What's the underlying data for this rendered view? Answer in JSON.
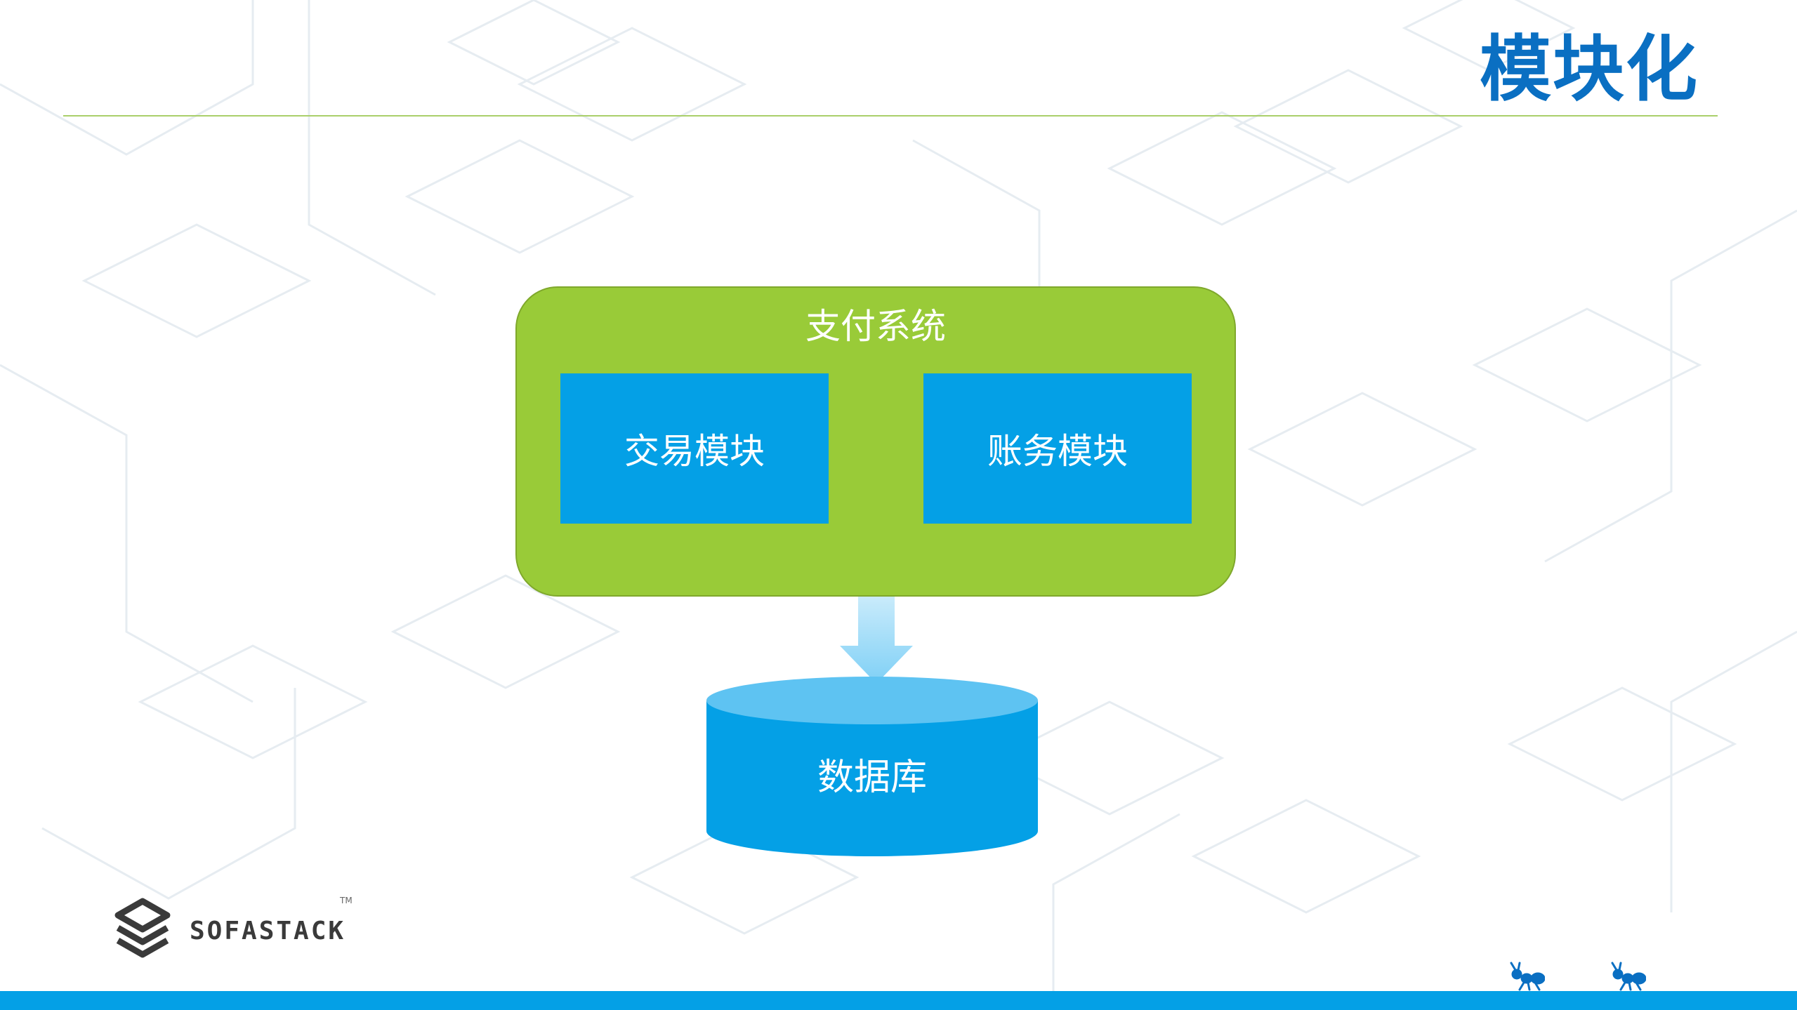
{
  "slide": {
    "title": "模块化"
  },
  "diagram": {
    "system": {
      "label": "支付系统",
      "modules": [
        {
          "label": "交易模块"
        },
        {
          "label": "账务模块"
        }
      ]
    },
    "database": {
      "label": "数据库"
    },
    "edges": [
      {
        "from": "支付系统",
        "to": "数据库",
        "style": "arrow-down"
      }
    ]
  },
  "branding": {
    "logo_text": "SOFASTACK",
    "logo_tm": "TM",
    "icons": [
      "sofastack-logo-icon",
      "ant-icon",
      "ant-icon"
    ]
  },
  "colors": {
    "title": "#0a6fc2",
    "system_fill": "#99cb38",
    "module_fill": "#04a0e6",
    "database_fill": "#04a0e6",
    "database_top": "#5ec3f2",
    "arrow": "#a8dcf7",
    "rule": "#a9cf6a",
    "bottom_bar": "#04a0e6"
  }
}
